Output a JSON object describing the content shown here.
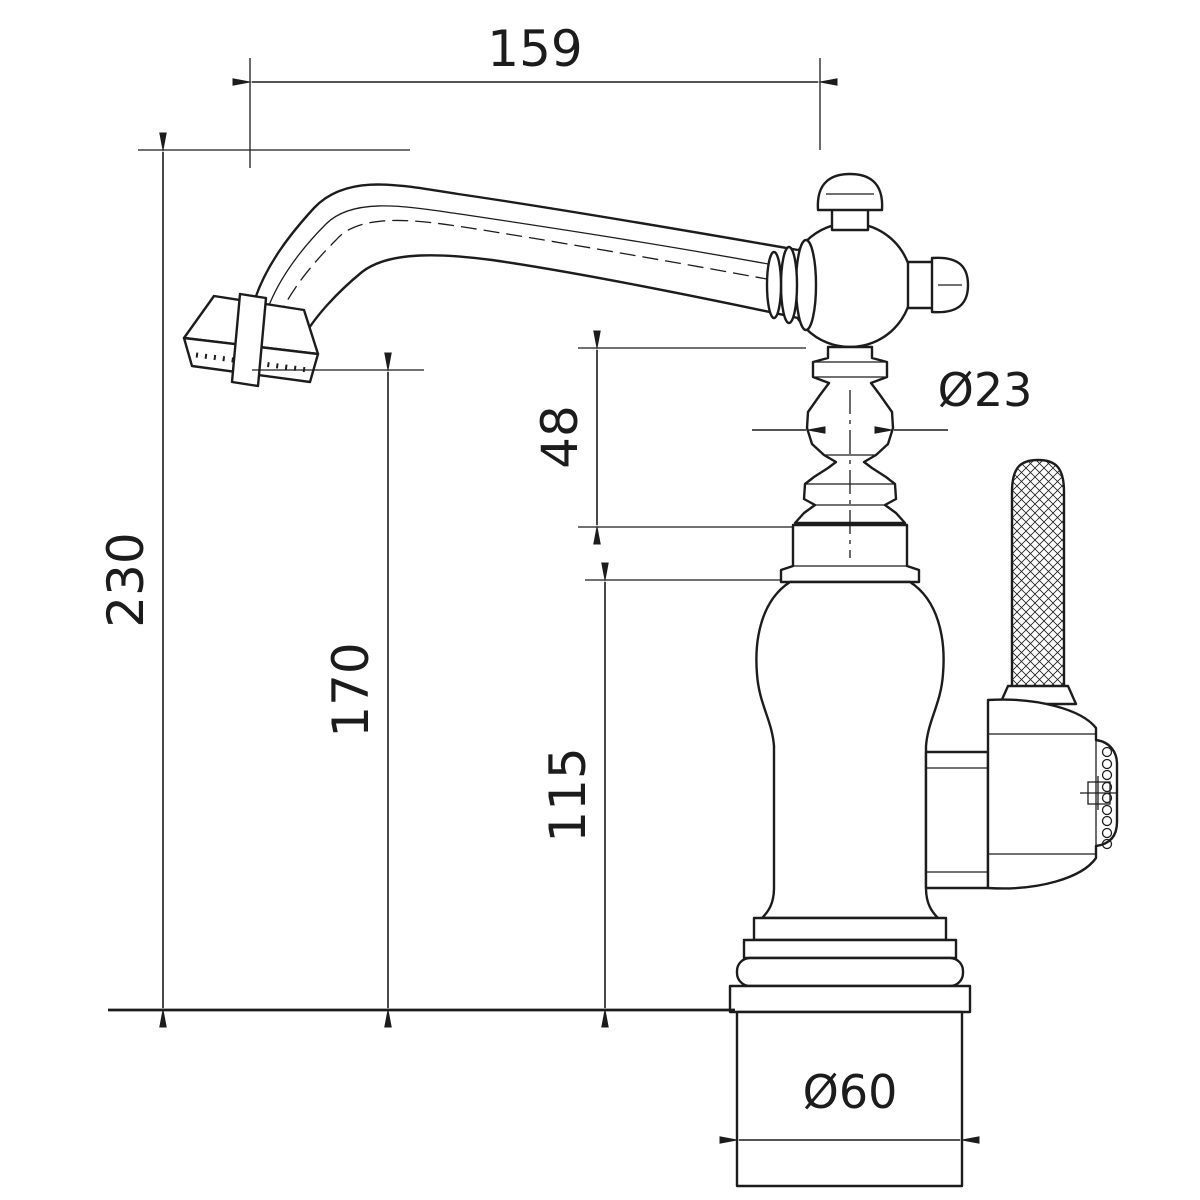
{
  "drawing": {
    "background": "#ffffff",
    "line_color": "#1c1c1c",
    "dims": {
      "reach": "159",
      "height_total": "230",
      "height_spout": "170",
      "height_neck": "48",
      "height_body": "115",
      "dia_neck": "Ø23",
      "dia_base": "Ø60"
    }
  }
}
